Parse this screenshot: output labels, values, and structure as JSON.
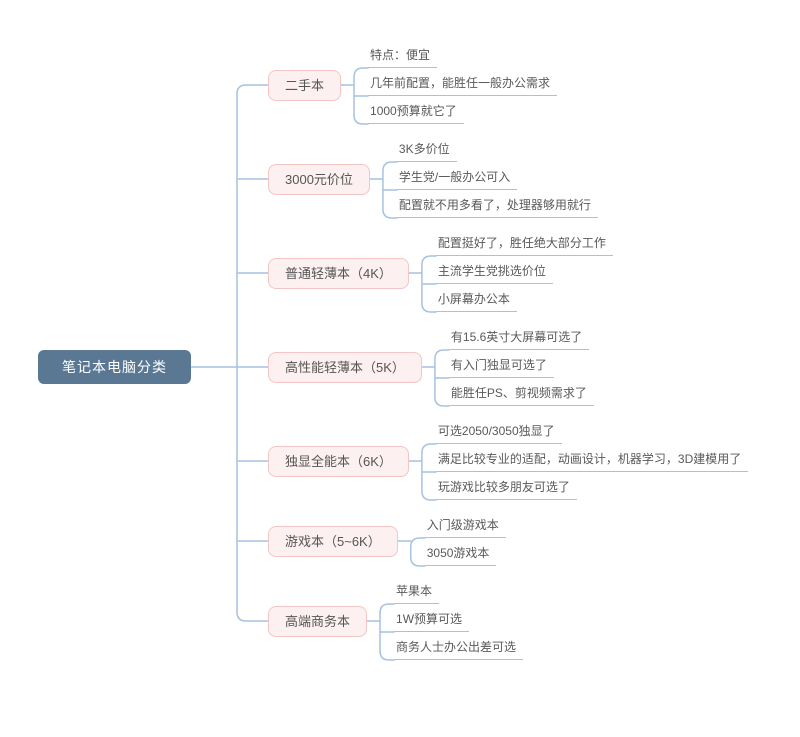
{
  "root": {
    "label": "笔记本电脑分类"
  },
  "branches": [
    {
      "label": "二手本",
      "children": [
        "特点：便宜",
        "几年前配置，能胜任一般办公需求",
        "1000预算就它了"
      ]
    },
    {
      "label": "3000元价位",
      "children": [
        "3K多价位",
        "学生党/一般办公可入",
        "配置就不用多看了，处理器够用就行"
      ]
    },
    {
      "label": "普通轻薄本（4K）",
      "children": [
        "配置挺好了，胜任绝大部分工作",
        "主流学生党挑选价位",
        "小屏幕办公本"
      ]
    },
    {
      "label": "高性能轻薄本（5K）",
      "children": [
        "有15.6英寸大屏幕可选了",
        "有入门独显可选了",
        "能胜任PS、剪视频需求了"
      ]
    },
    {
      "label": "独显全能本（6K）",
      "children": [
        "可选2050/3050独显了",
        "满足比较专业的适配，动画设计，机器学习，3D建模用了",
        "玩游戏比较多朋友可选了"
      ]
    },
    {
      "label": "游戏本（5~6K）",
      "children": [
        "入门级游戏本",
        "3050游戏本"
      ]
    },
    {
      "label": "高端商务本",
      "children": [
        "苹果本",
        "1W预算可选",
        "商务人士办公出差可选"
      ]
    }
  ],
  "colors": {
    "root_bg": "#5a7894",
    "root_text": "#ffffff",
    "branch_bg": "#fdf0f0",
    "branch_border": "#f3c5c5",
    "branch_text": "#555555",
    "child_text": "#595959",
    "line": "#a6c2e2",
    "canvas_bg": "#ffffff"
  }
}
